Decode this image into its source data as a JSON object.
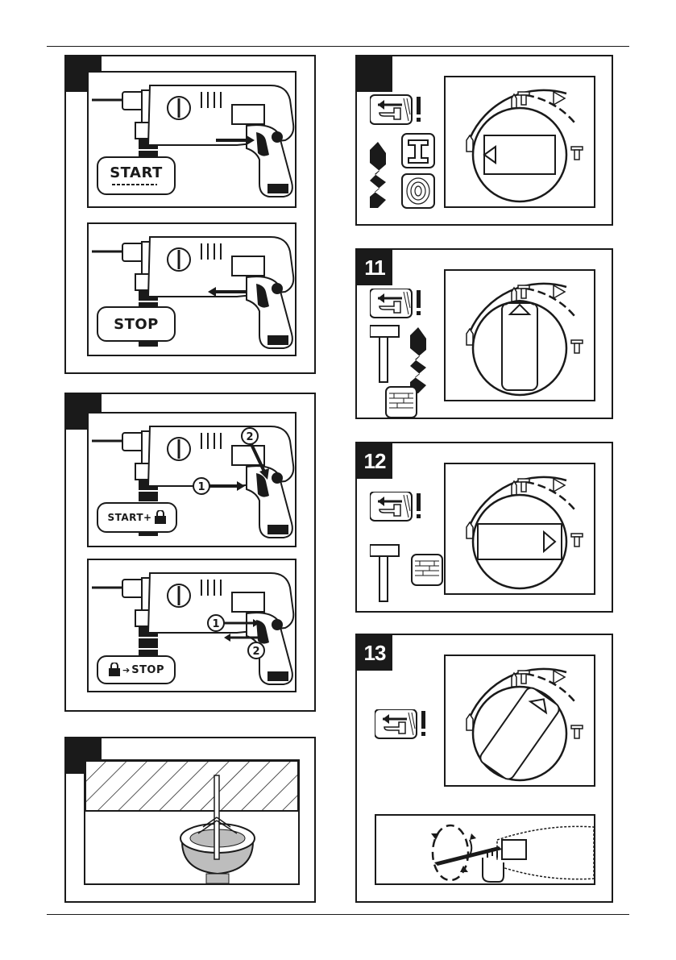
{
  "figures": [
    {
      "id": "fig-8",
      "number": "",
      "start_label": "START",
      "stop_label": "STOP"
    },
    {
      "id": "fig-9",
      "number": "",
      "start_label": "START+",
      "stop_label": "STOP",
      "callout_1": "1",
      "callout_2": "2"
    },
    {
      "id": "fig-10",
      "number": ""
    },
    {
      "id": "fig-10b",
      "number": ""
    },
    {
      "id": "fig-11",
      "number": "11"
    },
    {
      "id": "fig-12",
      "number": "12"
    },
    {
      "id": "fig-13",
      "number": "13"
    }
  ],
  "colors": {
    "ink": "#1a1a1a",
    "gray": "#bdbdbd",
    "paper": "#ffffff"
  }
}
